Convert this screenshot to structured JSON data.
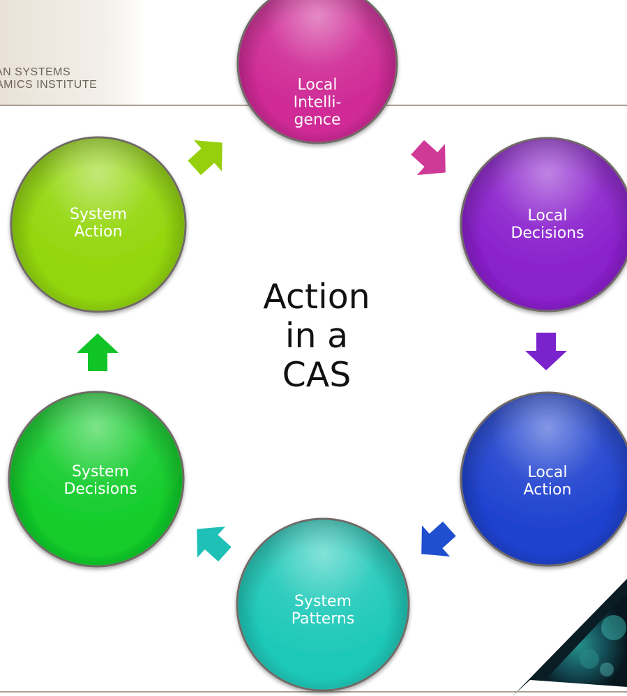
{
  "logo": {
    "line1": "AN SYSTEMS",
    "line2": "AMICS INSTITUTE"
  },
  "center_title": "Action\nin a\nCAS",
  "nodes": [
    {
      "label": "Local\nIntelli-\ngence",
      "color": "#cf2a96"
    },
    {
      "label": "Local\nDecisions",
      "color": "#8a20cc"
    },
    {
      "label": "Local\nAction",
      "color": "#1f42cf"
    },
    {
      "label": "System\nPatterns",
      "color": "#1fc9b9"
    },
    {
      "label": "System\nDecisions",
      "color": "#12cc2a"
    },
    {
      "label": "System\nAction",
      "color": "#92d60a"
    }
  ],
  "arrow_colors": [
    "#cf3a96",
    "#7a22cc",
    "#1f4fcf",
    "#1fc0b5",
    "#10c428",
    "#96d00c"
  ]
}
